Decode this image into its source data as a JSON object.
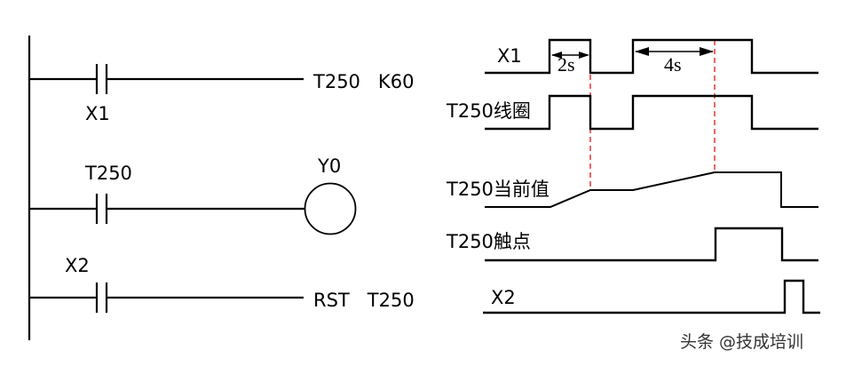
{
  "ladder": {
    "rungs": [
      {
        "contact_label": "X1",
        "contact_type": "normally-open",
        "output_text": "T250   K60"
      },
      {
        "contact_label": "T250",
        "contact_type": "normally-open",
        "coil_label": "Y0"
      },
      {
        "contact_label": "X2",
        "contact_type": "normally-open",
        "output_text": "RST   T250"
      }
    ]
  },
  "timing": {
    "signals": [
      {
        "name": "X1"
      },
      {
        "name": "T250线圈"
      },
      {
        "name": "T250当前值"
      },
      {
        "name": "T250触点"
      },
      {
        "name": "X2"
      }
    ],
    "annotations": [
      {
        "label": "2s"
      },
      {
        "label": "4s"
      }
    ],
    "marker_color": "#e00000"
  },
  "watermark": "头条 @技成培训"
}
